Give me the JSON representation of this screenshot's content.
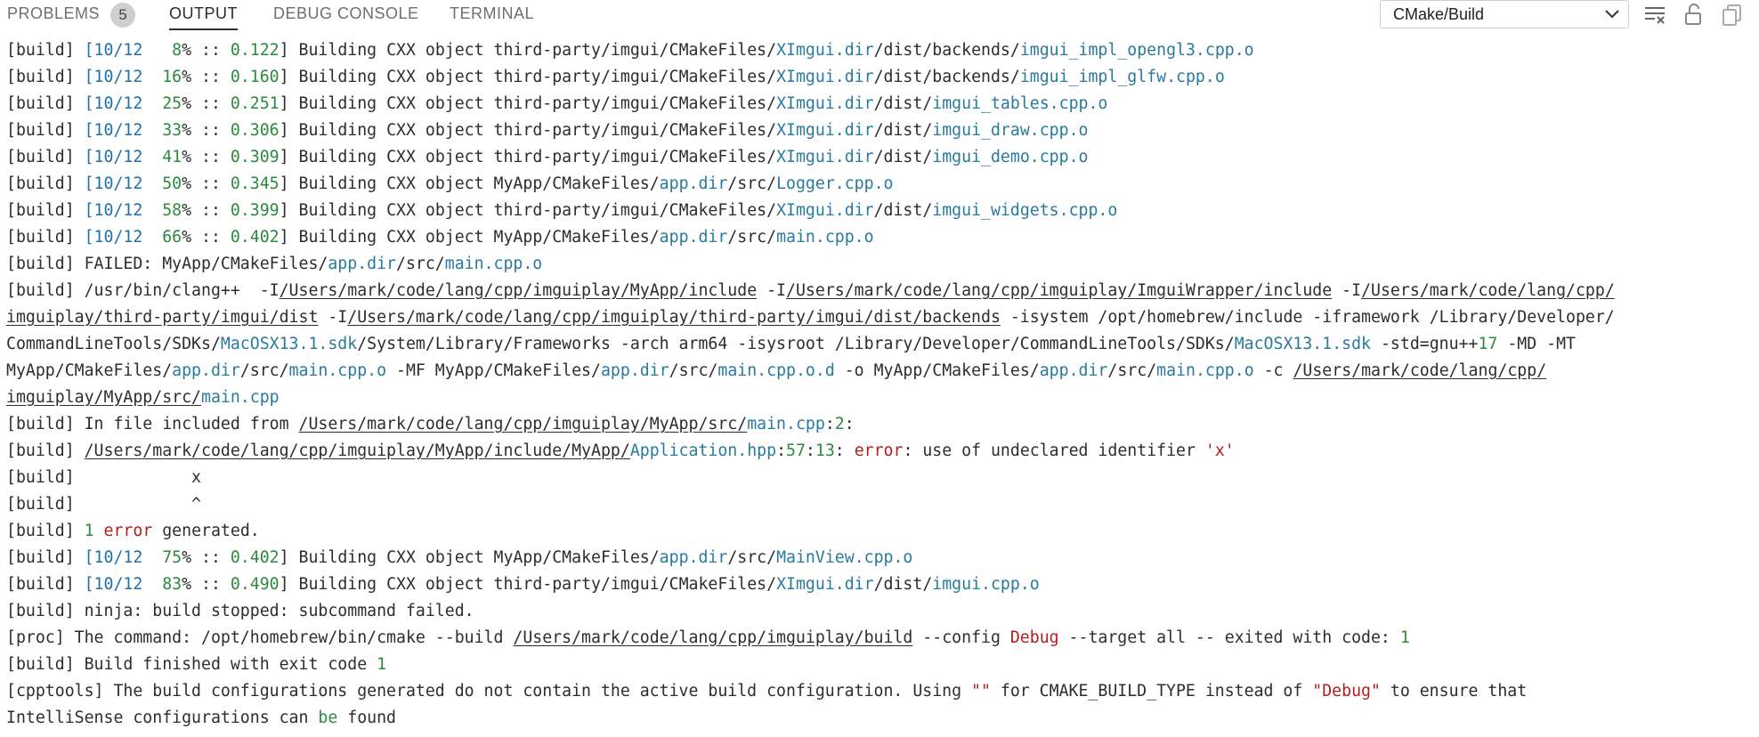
{
  "tabs": [
    {
      "label": "PROBLEMS",
      "badge": "5"
    },
    {
      "label": "OUTPUT"
    },
    {
      "label": "DEBUG CONSOLE"
    },
    {
      "label": "TERMINAL"
    }
  ],
  "output_channel": "CMake/Build",
  "icons": {
    "dropdown": "chevron-down-icon",
    "clear": "clear-output-icon",
    "lock": "lock-icon",
    "copy": "copy-icon"
  },
  "colors": {
    "accent_blue": "#2170a8",
    "number_green": "#2e8a3e",
    "error_red": "#b31d1d",
    "link_teal": "#297a9c"
  },
  "output_lines": [
    [
      [
        "[build] ",
        ""
      ],
      [
        "[10/12",
        "b"
      ],
      [
        "   ",
        ""
      ],
      [
        "8",
        "g"
      ],
      [
        "% :: ",
        ""
      ],
      [
        "0.122",
        "g"
      ],
      [
        "] Building CXX object third-party/imgui/CMakeFiles/",
        ""
      ],
      [
        "XImgui.dir",
        "l"
      ],
      [
        "/dist/backends/",
        ""
      ],
      [
        "imgui_impl_opengl3.cpp.o",
        "l"
      ]
    ],
    [
      [
        "[build] ",
        ""
      ],
      [
        "[10/12",
        "b"
      ],
      [
        "  ",
        ""
      ],
      [
        "16",
        "g"
      ],
      [
        "% :: ",
        ""
      ],
      [
        "0.160",
        "g"
      ],
      [
        "] Building CXX object third-party/imgui/CMakeFiles/",
        ""
      ],
      [
        "XImgui.dir",
        "l"
      ],
      [
        "/dist/backends/",
        ""
      ],
      [
        "imgui_impl_glfw.cpp.o",
        "l"
      ]
    ],
    [
      [
        "[build] ",
        ""
      ],
      [
        "[10/12",
        "b"
      ],
      [
        "  ",
        ""
      ],
      [
        "25",
        "g"
      ],
      [
        "% :: ",
        ""
      ],
      [
        "0.251",
        "g"
      ],
      [
        "] Building CXX object third-party/imgui/CMakeFiles/",
        ""
      ],
      [
        "XImgui.dir",
        "l"
      ],
      [
        "/dist/",
        ""
      ],
      [
        "imgui_tables.cpp.o",
        "l"
      ]
    ],
    [
      [
        "[build] ",
        ""
      ],
      [
        "[10/12",
        "b"
      ],
      [
        "  ",
        ""
      ],
      [
        "33",
        "g"
      ],
      [
        "% :: ",
        ""
      ],
      [
        "0.306",
        "g"
      ],
      [
        "] Building CXX object third-party/imgui/CMakeFiles/",
        ""
      ],
      [
        "XImgui.dir",
        "l"
      ],
      [
        "/dist/",
        ""
      ],
      [
        "imgui_draw.cpp.o",
        "l"
      ]
    ],
    [
      [
        "[build] ",
        ""
      ],
      [
        "[10/12",
        "b"
      ],
      [
        "  ",
        ""
      ],
      [
        "41",
        "g"
      ],
      [
        "% :: ",
        ""
      ],
      [
        "0.309",
        "g"
      ],
      [
        "] Building CXX object third-party/imgui/CMakeFiles/",
        ""
      ],
      [
        "XImgui.dir",
        "l"
      ],
      [
        "/dist/",
        ""
      ],
      [
        "imgui_demo.cpp.o",
        "l"
      ]
    ],
    [
      [
        "[build] ",
        ""
      ],
      [
        "[10/12",
        "b"
      ],
      [
        "  ",
        ""
      ],
      [
        "50",
        "g"
      ],
      [
        "% :: ",
        ""
      ],
      [
        "0.345",
        "g"
      ],
      [
        "] Building CXX object MyApp/CMakeFiles/",
        ""
      ],
      [
        "app.dir",
        "l"
      ],
      [
        "/src/",
        ""
      ],
      [
        "Logger.cpp.o",
        "l"
      ]
    ],
    [
      [
        "[build] ",
        ""
      ],
      [
        "[10/12",
        "b"
      ],
      [
        "  ",
        ""
      ],
      [
        "58",
        "g"
      ],
      [
        "% :: ",
        ""
      ],
      [
        "0.399",
        "g"
      ],
      [
        "] Building CXX object third-party/imgui/CMakeFiles/",
        ""
      ],
      [
        "XImgui.dir",
        "l"
      ],
      [
        "/dist/",
        ""
      ],
      [
        "imgui_widgets.cpp.o",
        "l"
      ]
    ],
    [
      [
        "[build] ",
        ""
      ],
      [
        "[10/12",
        "b"
      ],
      [
        "  ",
        ""
      ],
      [
        "66",
        "g"
      ],
      [
        "% :: ",
        ""
      ],
      [
        "0.402",
        "g"
      ],
      [
        "] Building CXX object MyApp/CMakeFiles/",
        ""
      ],
      [
        "app.dir",
        "l"
      ],
      [
        "/src/",
        ""
      ],
      [
        "main.cpp.o",
        "l"
      ]
    ],
    [
      [
        "[build] FAILED: MyApp/CMakeFiles/",
        ""
      ],
      [
        "app.dir",
        "l"
      ],
      [
        "/src/",
        ""
      ],
      [
        "main.cpp.o",
        "l"
      ]
    ],
    [
      [
        "[build] /usr/bin/clang++  -I",
        ""
      ],
      [
        "/Users/mark/code/lang/cpp/imguiplay/MyApp/include",
        "u"
      ],
      [
        " -I",
        ""
      ],
      [
        "/Users/mark/code/lang/cpp/imguiplay/ImguiWrapper/include",
        "u"
      ],
      [
        " -I",
        ""
      ],
      [
        "/Users/mark/code/lang/cpp/",
        "u"
      ]
    ],
    [
      [
        "imguiplay/third-party/imgui/dist",
        "u"
      ],
      [
        " -I",
        ""
      ],
      [
        "/Users/mark/code/lang/cpp/imguiplay/third-party/imgui/dist/backends",
        "u"
      ],
      [
        " -isystem /opt/homebrew/include -iframework /Library/Developer/",
        ""
      ]
    ],
    [
      [
        "CommandLineTools/SDKs/",
        ""
      ],
      [
        "MacOSX13.1.sdk",
        "l"
      ],
      [
        "/System/Library/Frameworks -arch arm64 -isysroot /Library/Developer/CommandLineTools/SDKs/",
        ""
      ],
      [
        "MacOSX13.1.sdk",
        "l"
      ],
      [
        " -std=gnu++",
        ""
      ],
      [
        "17",
        "g"
      ],
      [
        " -MD -MT",
        ""
      ]
    ],
    [
      [
        "MyApp/CMakeFiles/",
        ""
      ],
      [
        "app.dir",
        "l"
      ],
      [
        "/src/",
        ""
      ],
      [
        "main.cpp.o",
        "l"
      ],
      [
        " -MF MyApp/CMakeFiles/",
        ""
      ],
      [
        "app.dir",
        "l"
      ],
      [
        "/src/",
        ""
      ],
      [
        "main.cpp.o.d",
        "l"
      ],
      [
        " -o MyApp/CMakeFiles/",
        ""
      ],
      [
        "app.dir",
        "l"
      ],
      [
        "/src/",
        ""
      ],
      [
        "main.cpp.o",
        "l"
      ],
      [
        " -c ",
        ""
      ],
      [
        "/Users/mark/code/lang/cpp/",
        "u"
      ]
    ],
    [
      [
        "imguiplay/MyApp/src/",
        "u"
      ],
      [
        "main.cpp",
        "l"
      ]
    ],
    [
      [
        "[build] In file included from ",
        ""
      ],
      [
        "/Users/mark/code/lang/cpp/imguiplay/MyApp/src/",
        "u"
      ],
      [
        "main.cpp",
        "l"
      ],
      [
        ":",
        ""
      ],
      [
        "2",
        "g"
      ],
      [
        ":",
        ""
      ]
    ],
    [
      [
        "[build] ",
        ""
      ],
      [
        "/Users/mark/code/lang/cpp/imguiplay/MyApp/include/MyApp/",
        "u"
      ],
      [
        "Application.hpp",
        "l"
      ],
      [
        ":",
        ""
      ],
      [
        "57",
        "g"
      ],
      [
        ":",
        ""
      ],
      [
        "13",
        "g"
      ],
      [
        ": ",
        ""
      ],
      [
        "error",
        "r"
      ],
      [
        ": use of undeclared identifier ",
        ""
      ],
      [
        "'x'",
        "r"
      ]
    ],
    [
      [
        "[build]",
        ""
      ],
      [
        "            x",
        ""
      ]
    ],
    [
      [
        "[build]",
        ""
      ],
      [
        "            ^",
        ""
      ]
    ],
    [
      [
        "[build] ",
        ""
      ],
      [
        "1",
        "g"
      ],
      [
        " ",
        ""
      ],
      [
        "error",
        "r"
      ],
      [
        " generated.",
        ""
      ]
    ],
    [
      [
        "[build] ",
        ""
      ],
      [
        "[10/12",
        "b"
      ],
      [
        "  ",
        ""
      ],
      [
        "75",
        "g"
      ],
      [
        "% :: ",
        ""
      ],
      [
        "0.402",
        "g"
      ],
      [
        "] Building CXX object MyApp/CMakeFiles/",
        ""
      ],
      [
        "app.dir",
        "l"
      ],
      [
        "/src/",
        ""
      ],
      [
        "MainView.cpp.o",
        "l"
      ]
    ],
    [
      [
        "[build] ",
        ""
      ],
      [
        "[10/12",
        "b"
      ],
      [
        "  ",
        ""
      ],
      [
        "83",
        "g"
      ],
      [
        "% :: ",
        ""
      ],
      [
        "0.490",
        "g"
      ],
      [
        "] Building CXX object third-party/imgui/CMakeFiles/",
        ""
      ],
      [
        "XImgui.dir",
        "l"
      ],
      [
        "/dist/",
        ""
      ],
      [
        "imgui.cpp.o",
        "l"
      ]
    ],
    [
      [
        "[build] ninja: build stopped: subcommand failed.",
        ""
      ]
    ],
    [
      [
        "[proc] The command: /opt/homebrew/bin/cmake --build ",
        ""
      ],
      [
        "/Users/mark/code/lang/cpp/imguiplay/build",
        "u"
      ],
      [
        " --config ",
        ""
      ],
      [
        "Debug",
        "r"
      ],
      [
        " --target all -- exited with code: ",
        ""
      ],
      [
        "1",
        "g"
      ]
    ],
    [
      [
        "[build] Build finished with exit code ",
        ""
      ],
      [
        "1",
        "g"
      ]
    ],
    [
      [
        "[cpptools] The build configurations generated do not contain the active build configuration. Using ",
        ""
      ],
      [
        "\"\"",
        "r"
      ],
      [
        " for CMAKE_BUILD_TYPE instead of ",
        ""
      ],
      [
        "\"Debug\"",
        "r"
      ],
      [
        " to ensure that",
        ""
      ]
    ],
    [
      [
        "IntelliSense configurations can ",
        ""
      ],
      [
        "be",
        "g"
      ],
      [
        " found",
        ""
      ]
    ]
  ]
}
